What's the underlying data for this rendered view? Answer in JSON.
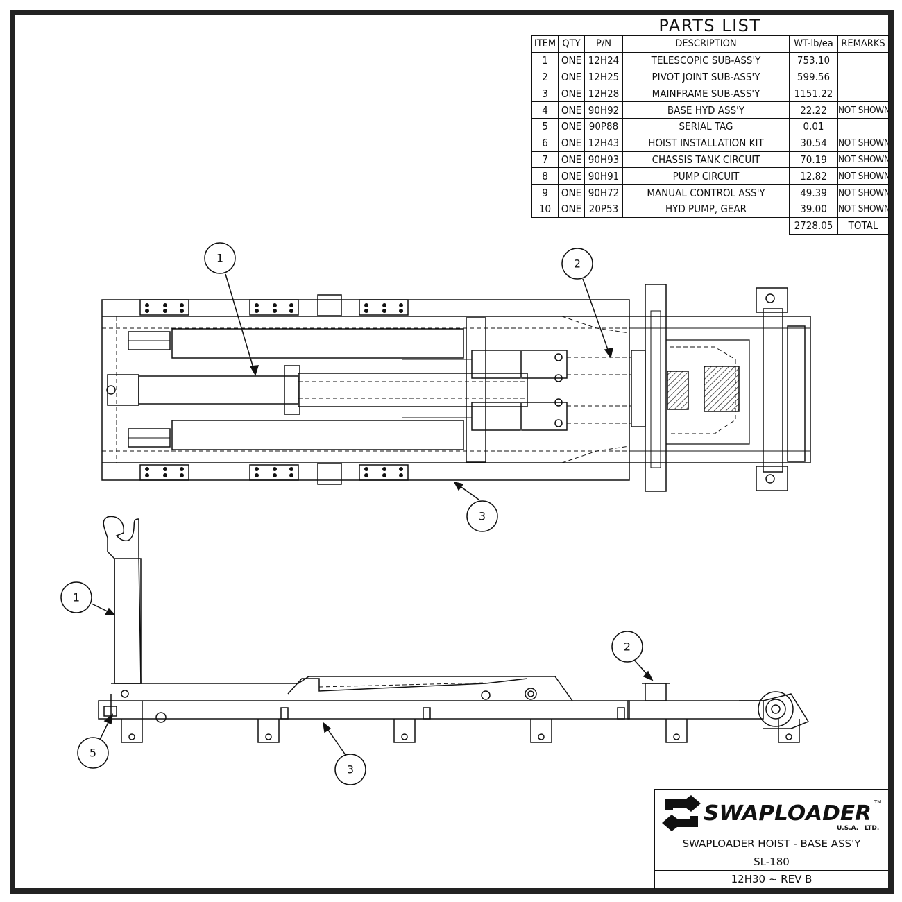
{
  "parts_list": {
    "title": "PARTS LIST",
    "headers": [
      "ITEM",
      "QTY",
      "P/N",
      "DESCRIPTION",
      "WT-lb/ea",
      "REMARKS"
    ],
    "rows": [
      {
        "item": "1",
        "qty": "ONE",
        "pn": "12H24",
        "description": "TELESCOPIC SUB-ASS'Y",
        "weight": "753.10",
        "remarks": ""
      },
      {
        "item": "2",
        "qty": "ONE",
        "pn": "12H25",
        "description": "PIVOT JOINT SUB-ASS'Y",
        "weight": "599.56",
        "remarks": ""
      },
      {
        "item": "3",
        "qty": "ONE",
        "pn": "12H28",
        "description": "MAINFRAME SUB-ASS'Y",
        "weight": "1151.22",
        "remarks": ""
      },
      {
        "item": "4",
        "qty": "ONE",
        "pn": "90H92",
        "description": "BASE HYD ASS'Y",
        "weight": "22.22",
        "remarks": "NOT SHOWN"
      },
      {
        "item": "5",
        "qty": "ONE",
        "pn": "90P88",
        "description": "SERIAL TAG",
        "weight": "0.01",
        "remarks": ""
      },
      {
        "item": "6",
        "qty": "ONE",
        "pn": "12H43",
        "description": "HOIST INSTALLATION KIT",
        "weight": "30.54",
        "remarks": "NOT SHOWN"
      },
      {
        "item": "7",
        "qty": "ONE",
        "pn": "90H93",
        "description": "CHASSIS TANK CIRCUIT",
        "weight": "70.19",
        "remarks": "NOT SHOWN"
      },
      {
        "item": "8",
        "qty": "ONE",
        "pn": "90H91",
        "description": "PUMP CIRCUIT",
        "weight": "12.82",
        "remarks": "NOT SHOWN"
      },
      {
        "item": "9",
        "qty": "ONE",
        "pn": "90H72",
        "description": "MANUAL CONTROL ASS'Y",
        "weight": "49.39",
        "remarks": "NOT SHOWN"
      },
      {
        "item": "10",
        "qty": "ONE",
        "pn": "20P53",
        "description": "HYD PUMP, GEAR",
        "weight": "39.00",
        "remarks": "NOT SHOWN"
      }
    ],
    "total_weight": "2728.05",
    "total_label": "TOTAL"
  },
  "title_block": {
    "logo_text": "SWAPLOADER",
    "logo_tm": "TM",
    "logo_sub_usa": "U.S.A.",
    "logo_sub_ltd": "LTD.",
    "drawing_title": "SWAPLOADER HOIST - BASE ASS'Y",
    "model": "SL-180",
    "drawing_number": "12H30 ~ REV B"
  },
  "callouts": {
    "top_view": [
      "1",
      "2",
      "3"
    ],
    "side_view": [
      "1",
      "2",
      "3",
      "5"
    ]
  }
}
